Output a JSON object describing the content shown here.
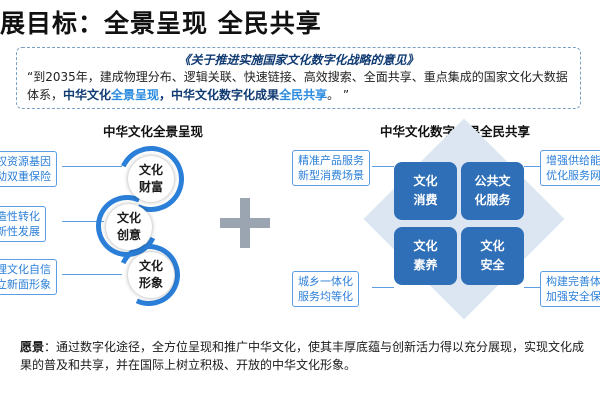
{
  "title": "展目标：全景呈现 全民共享",
  "quote": {
    "title": "《关于推进实施国家文化数字化战略的意见》",
    "text_before": "“到2035年，建成物理分布、逻辑关联、快速链接、高效搜索、全面共享、重点集成的国家文化大数据体系，",
    "seg1": "中华文化",
    "seg2": "全景呈现",
    "seg3": "，中华文化数字化成果",
    "seg4": "全民共享",
    "text_after": "。 ”"
  },
  "left": {
    "title": "中华文化全景呈现",
    "labels": [
      "权资源基因",
      "动双重保险",
      "造性转化",
      "新性发展",
      "理文化自信",
      "立新面形象"
    ],
    "circles": [
      {
        "line1": "文化",
        "line2": "财富"
      },
      {
        "line1": "文化",
        "line2": "创意"
      },
      {
        "line1": "文化",
        "line2": "形象"
      }
    ]
  },
  "right": {
    "title": "中华文化数字成果全民共享",
    "tiles": [
      {
        "line1": "文化",
        "line2": "消费"
      },
      {
        "line1": "公共文",
        "line2": "化服务"
      },
      {
        "line1": "文化",
        "line2": "素养"
      },
      {
        "line1": "文化",
        "line2": "安全"
      }
    ],
    "labels": [
      "精准产品服务",
      "新型消费场景",
      "增强供给能",
      "优化服务网",
      "城乡一体化",
      "服务均等化",
      "构建完善体",
      "加强安全保"
    ]
  },
  "vision": {
    "label": "愿景",
    "text": "：通过数字化途径，全方位呈现和推广中华文化，使其丰厚底蕴与创新活力得以充分展现，实现文化成果的普及和共享，并在国际上树立积极、开放的中华文化形象。"
  },
  "colors": {
    "accent": "#2b7fd8",
    "dark_blue": "#0f3a72",
    "tile": "#2f6fb8",
    "plus": "#9aa5b1"
  }
}
